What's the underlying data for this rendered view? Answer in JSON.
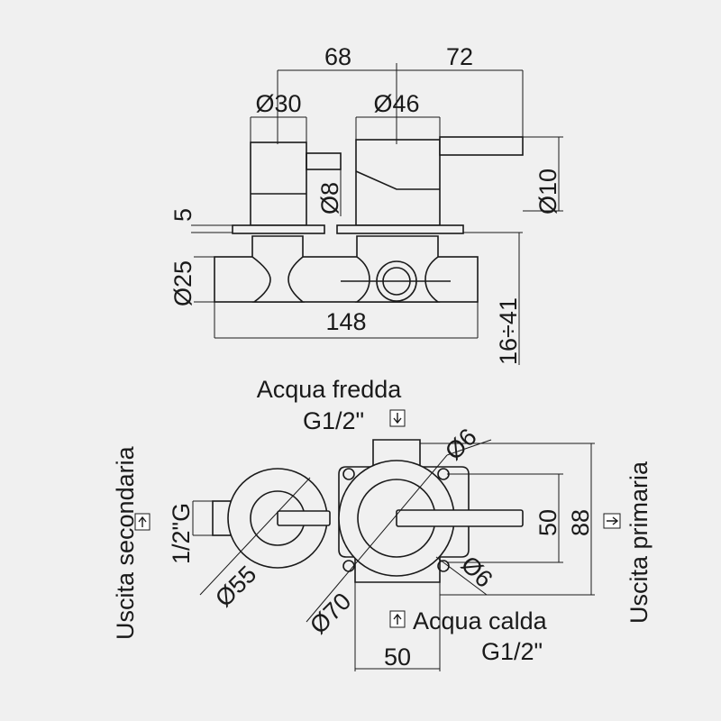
{
  "top_view": {
    "dim_68": "68",
    "dim_72": "72",
    "dim_d30": "Ø30",
    "dim_d46": "Ø46",
    "dim_d8": "Ø8",
    "dim_d10": "Ø10",
    "dim_5": "5",
    "dim_d25": "Ø25",
    "dim_148": "148",
    "dim_16_41": "16÷41"
  },
  "front_view": {
    "cold_water_label": "Acqua fredda",
    "cold_water_thread": "G1/2\"",
    "hot_water_label": "Acqua calda",
    "hot_water_thread": "G1/2\"",
    "secondary_outlet_label": "Uscita secondaria",
    "secondary_outlet_thread": "1/2\"G",
    "primary_outlet_label": "Uscita primaria",
    "dim_d6_top": "Ø6",
    "dim_d6_bottom": "Ø6",
    "dim_50_vertical": "50",
    "dim_88": "88",
    "dim_50_horizontal": "50",
    "dim_d55": "Ø55",
    "dim_d70": "Ø70"
  },
  "colors": {
    "line": "#1a1a1a",
    "background": "#f0f0f0",
    "arrow_box": "#ffffff"
  },
  "icons": [
    "arrow-down-icon",
    "arrow-up-icon",
    "arrow-right-icon"
  ]
}
